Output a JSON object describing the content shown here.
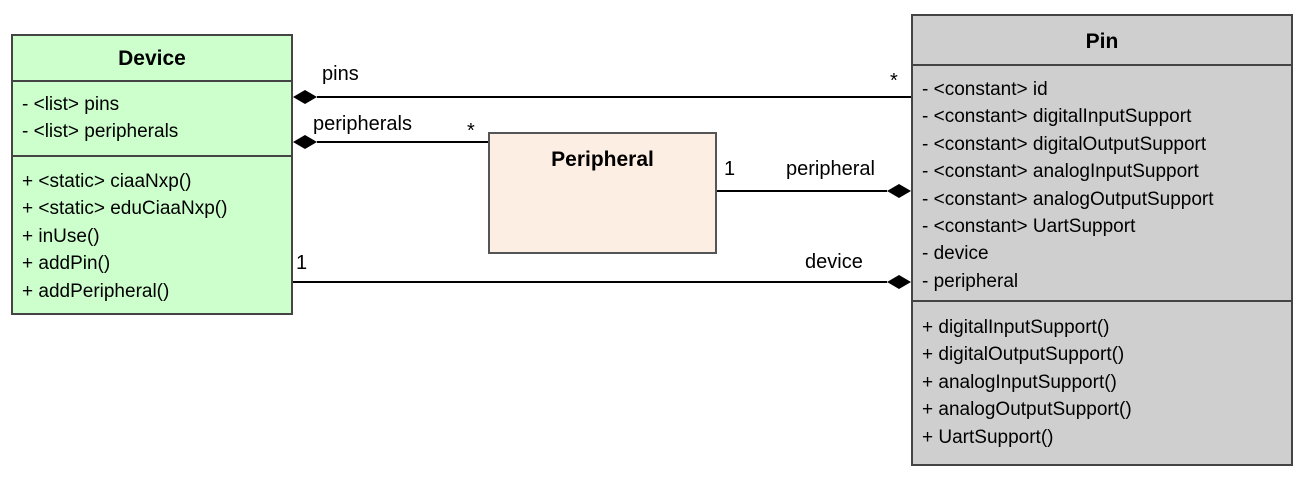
{
  "classes": {
    "device": {
      "name": "Device",
      "attributes": [
        "- <list> pins",
        "- <list> peripherals"
      ],
      "operations": [
        "+ <static> ciaaNxp()",
        "+ <static> eduCiaaNxp()",
        "+ inUse()",
        "+ addPin()",
        "+ addPeripheral()"
      ],
      "color": "#ccffcc"
    },
    "peripheral": {
      "name": "Peripheral",
      "color": "#fdeee3"
    },
    "pin": {
      "name": "Pin",
      "attributes": [
        "- <constant> id",
        "- <constant> digitalInputSupport",
        "- <constant> digitalOutputSupport",
        "- <constant> analogInputSupport",
        "- <constant> analogOutputSupport",
        "- <constant> UartSupport",
        "- device",
        "- peripheral"
      ],
      "operations": [
        "+ digitalInputSupport()",
        "+ digitalOutputSupport()",
        "+ analogInputSupport()",
        "+ analogOutputSupport()",
        "+ UartSupport()"
      ],
      "color": "#cfcfcf"
    }
  },
  "associations": {
    "device_pins": {
      "role": "pins",
      "multiplicity": "*"
    },
    "device_peripherals": {
      "role": "peripherals",
      "multiplicity": "*"
    },
    "peripheral_pin": {
      "multiplicity": "1",
      "role": "peripheral"
    },
    "device_pin": {
      "multiplicity": "1",
      "role": "device"
    }
  }
}
